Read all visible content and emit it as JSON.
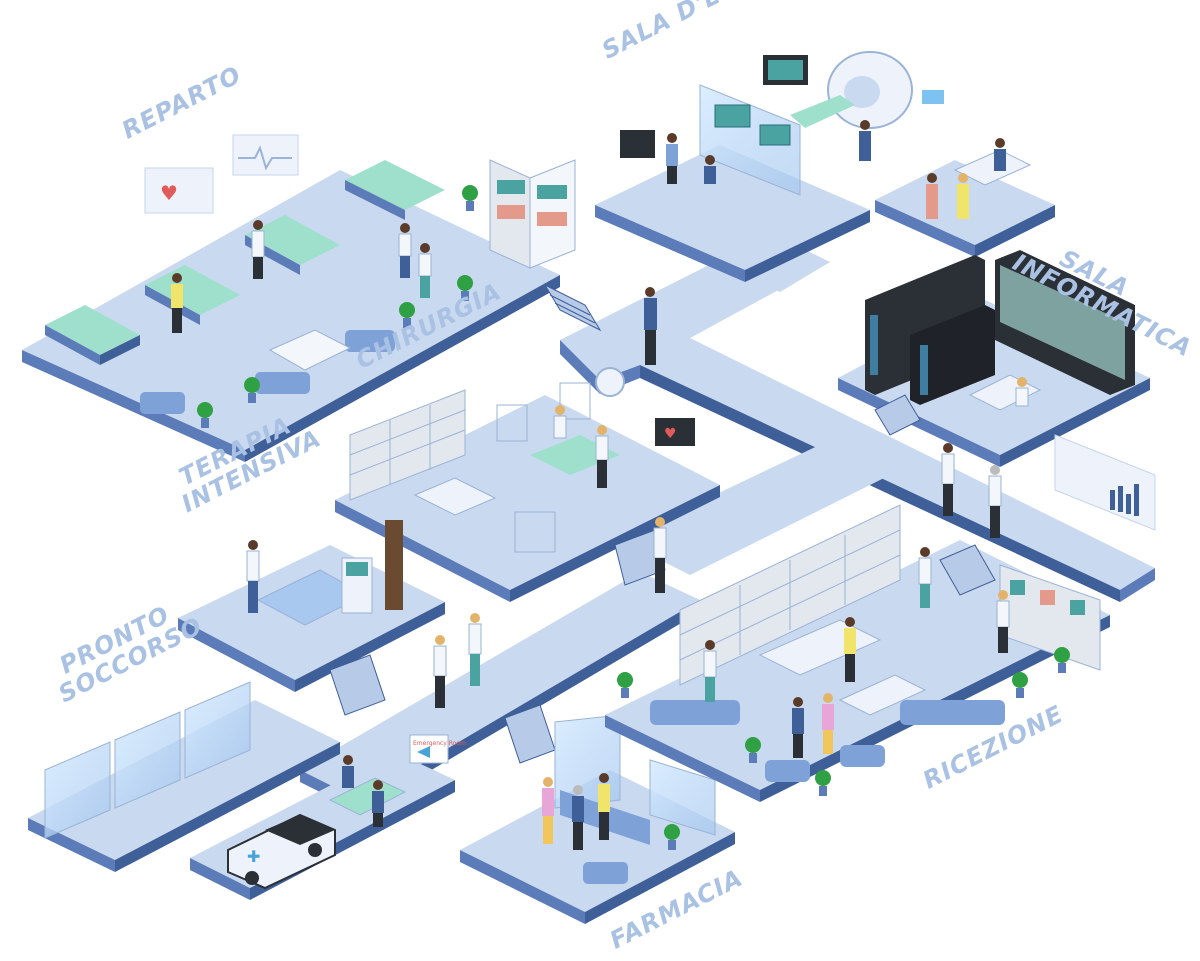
{
  "areas": {
    "reparto": "REPARTO",
    "sala_esame": "SALA D'ESAME",
    "sala_informatica": [
      "SALA",
      "INFORMATICA"
    ],
    "chirurgia": "CHIRURGIA",
    "terapia_intensiva": [
      "TERAPIA",
      "INTENSIVA"
    ],
    "pronto_soccorso": [
      "PRONTO",
      "SOCCORSO"
    ],
    "ricezione": "RICEZIONE",
    "farmacia": "FARMACIA"
  },
  "colors": {
    "floor_top": "#c9d9ef",
    "floor_side": "#3f5f99",
    "floor_front": "#5b7cb8",
    "bed": "#9fe0cc",
    "cabinet": "#e3e8ef",
    "server": "#2b2f36",
    "plant": "#2fa043",
    "label": "#a9c1e2"
  },
  "signs": {
    "emergency": "Emergency Room"
  }
}
